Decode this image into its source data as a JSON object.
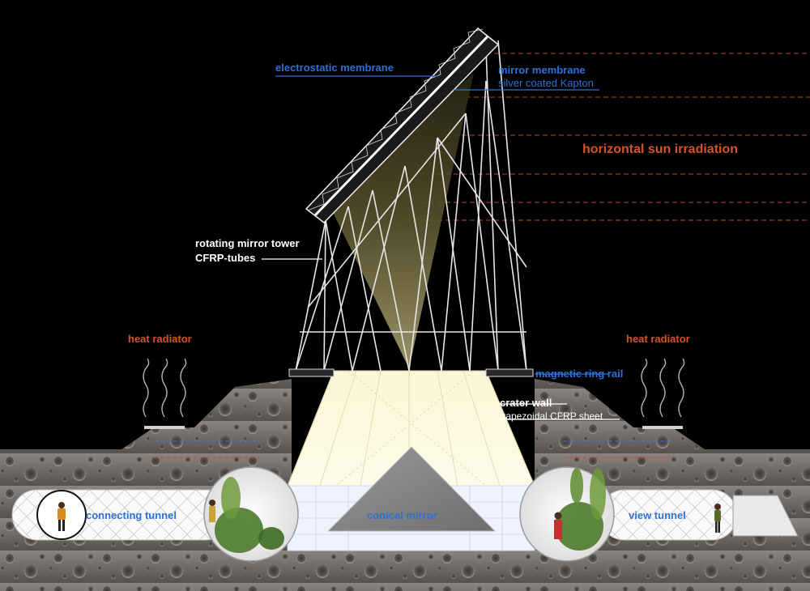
{
  "labels": {
    "electrostatic_membrane": "electrostatic membrane",
    "mirror_membrane": "mirror membrane",
    "silver_coated_kapton": "silver coated Kapton",
    "horizontal_sun_irradiation": "horizontal sun irradiation",
    "rotating_mirror_tower": "rotating mirror tower",
    "cfrp_tubes": "CFRP-tubes",
    "heat_radiator_left": "heat radiator",
    "heat_radiator_right": "heat radiator",
    "magnetic_ring_rail": "magnetic ring rail",
    "crater_wall": "crater wall",
    "trapezoidal_cfrp_sheet": "trapezoidal CFRP sheet",
    "connecting_tunnel": "connecting tunnel",
    "conical_mirror": "conical mirror",
    "view_tunnel": "view tunnel"
  },
  "colors": {
    "background": "#000000",
    "label_blue": "#2f6fd6",
    "label_orange": "#d2552a",
    "label_white": "#ffffff",
    "regolith": "#6e6a66",
    "light_beam": "#f3edc4",
    "conical_mirror": "#8b8b8b"
  }
}
